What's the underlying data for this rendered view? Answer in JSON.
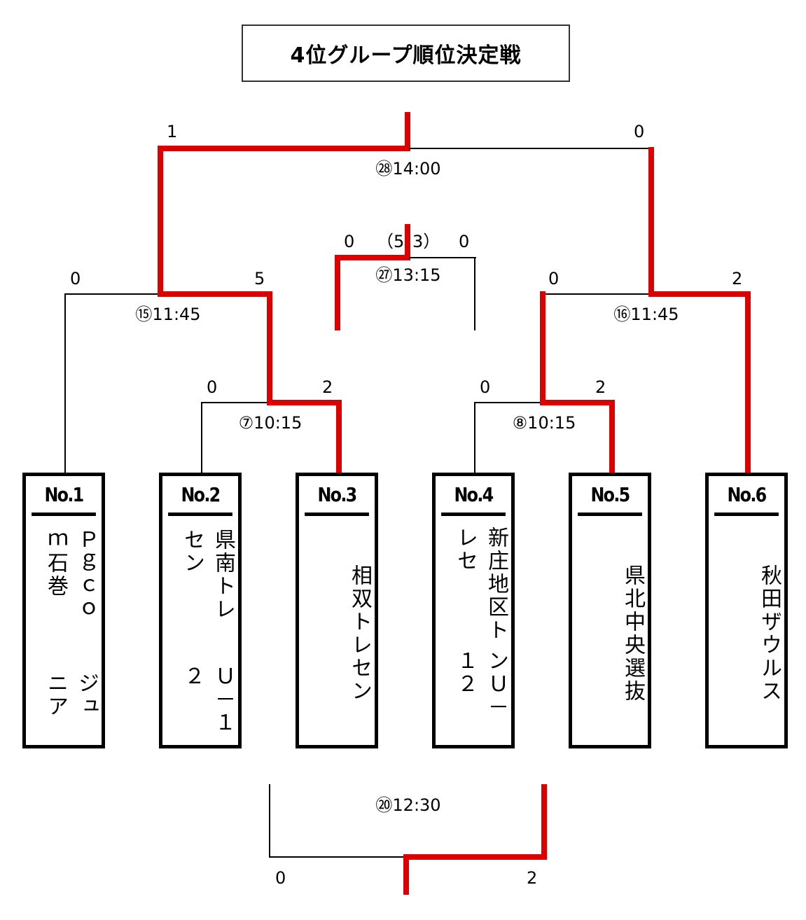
{
  "title": "4位グループ順位決定戦",
  "colors": {
    "winner_line": "#dd0000",
    "loser_line": "#000000"
  },
  "teams": [
    {
      "no": "No.1",
      "name_lines": [
        "Ｐｇｃｏｍ石巻",
        "ジュニア"
      ]
    },
    {
      "no": "No.2",
      "name_lines": [
        "県南トレセン",
        "Ｕ－１２"
      ]
    },
    {
      "no": "No.3",
      "name_lines": [
        "相双トレセン"
      ]
    },
    {
      "no": "No.4",
      "name_lines": [
        "新庄地区トレセ",
        "ンＵ－１２"
      ]
    },
    {
      "no": "No.5",
      "name_lines": [
        "県北中央選抜"
      ]
    },
    {
      "no": "No.6",
      "name_lines": [
        "秋田ザウルス"
      ]
    }
  ],
  "matches": {
    "m7": {
      "label": "⑦10:15",
      "score_left": "0",
      "score_right": "2"
    },
    "m8": {
      "label": "⑧10:15",
      "score_left": "0",
      "score_right": "2"
    },
    "m15": {
      "label": "⑮11:45",
      "score_left": "0",
      "score_right": "5"
    },
    "m16": {
      "label": "⑯11:45",
      "score_left": "0",
      "score_right": "2"
    },
    "m20": {
      "label": "⑳12:30",
      "score_left": "0",
      "score_right": "2"
    },
    "m27": {
      "label": "㉗13:15",
      "score_left": "0",
      "score_right": "0",
      "pk_left": "（5",
      "pk_right": "3）"
    },
    "m28": {
      "label": "㉘14:00",
      "score_left": "1",
      "score_right": "0"
    }
  }
}
